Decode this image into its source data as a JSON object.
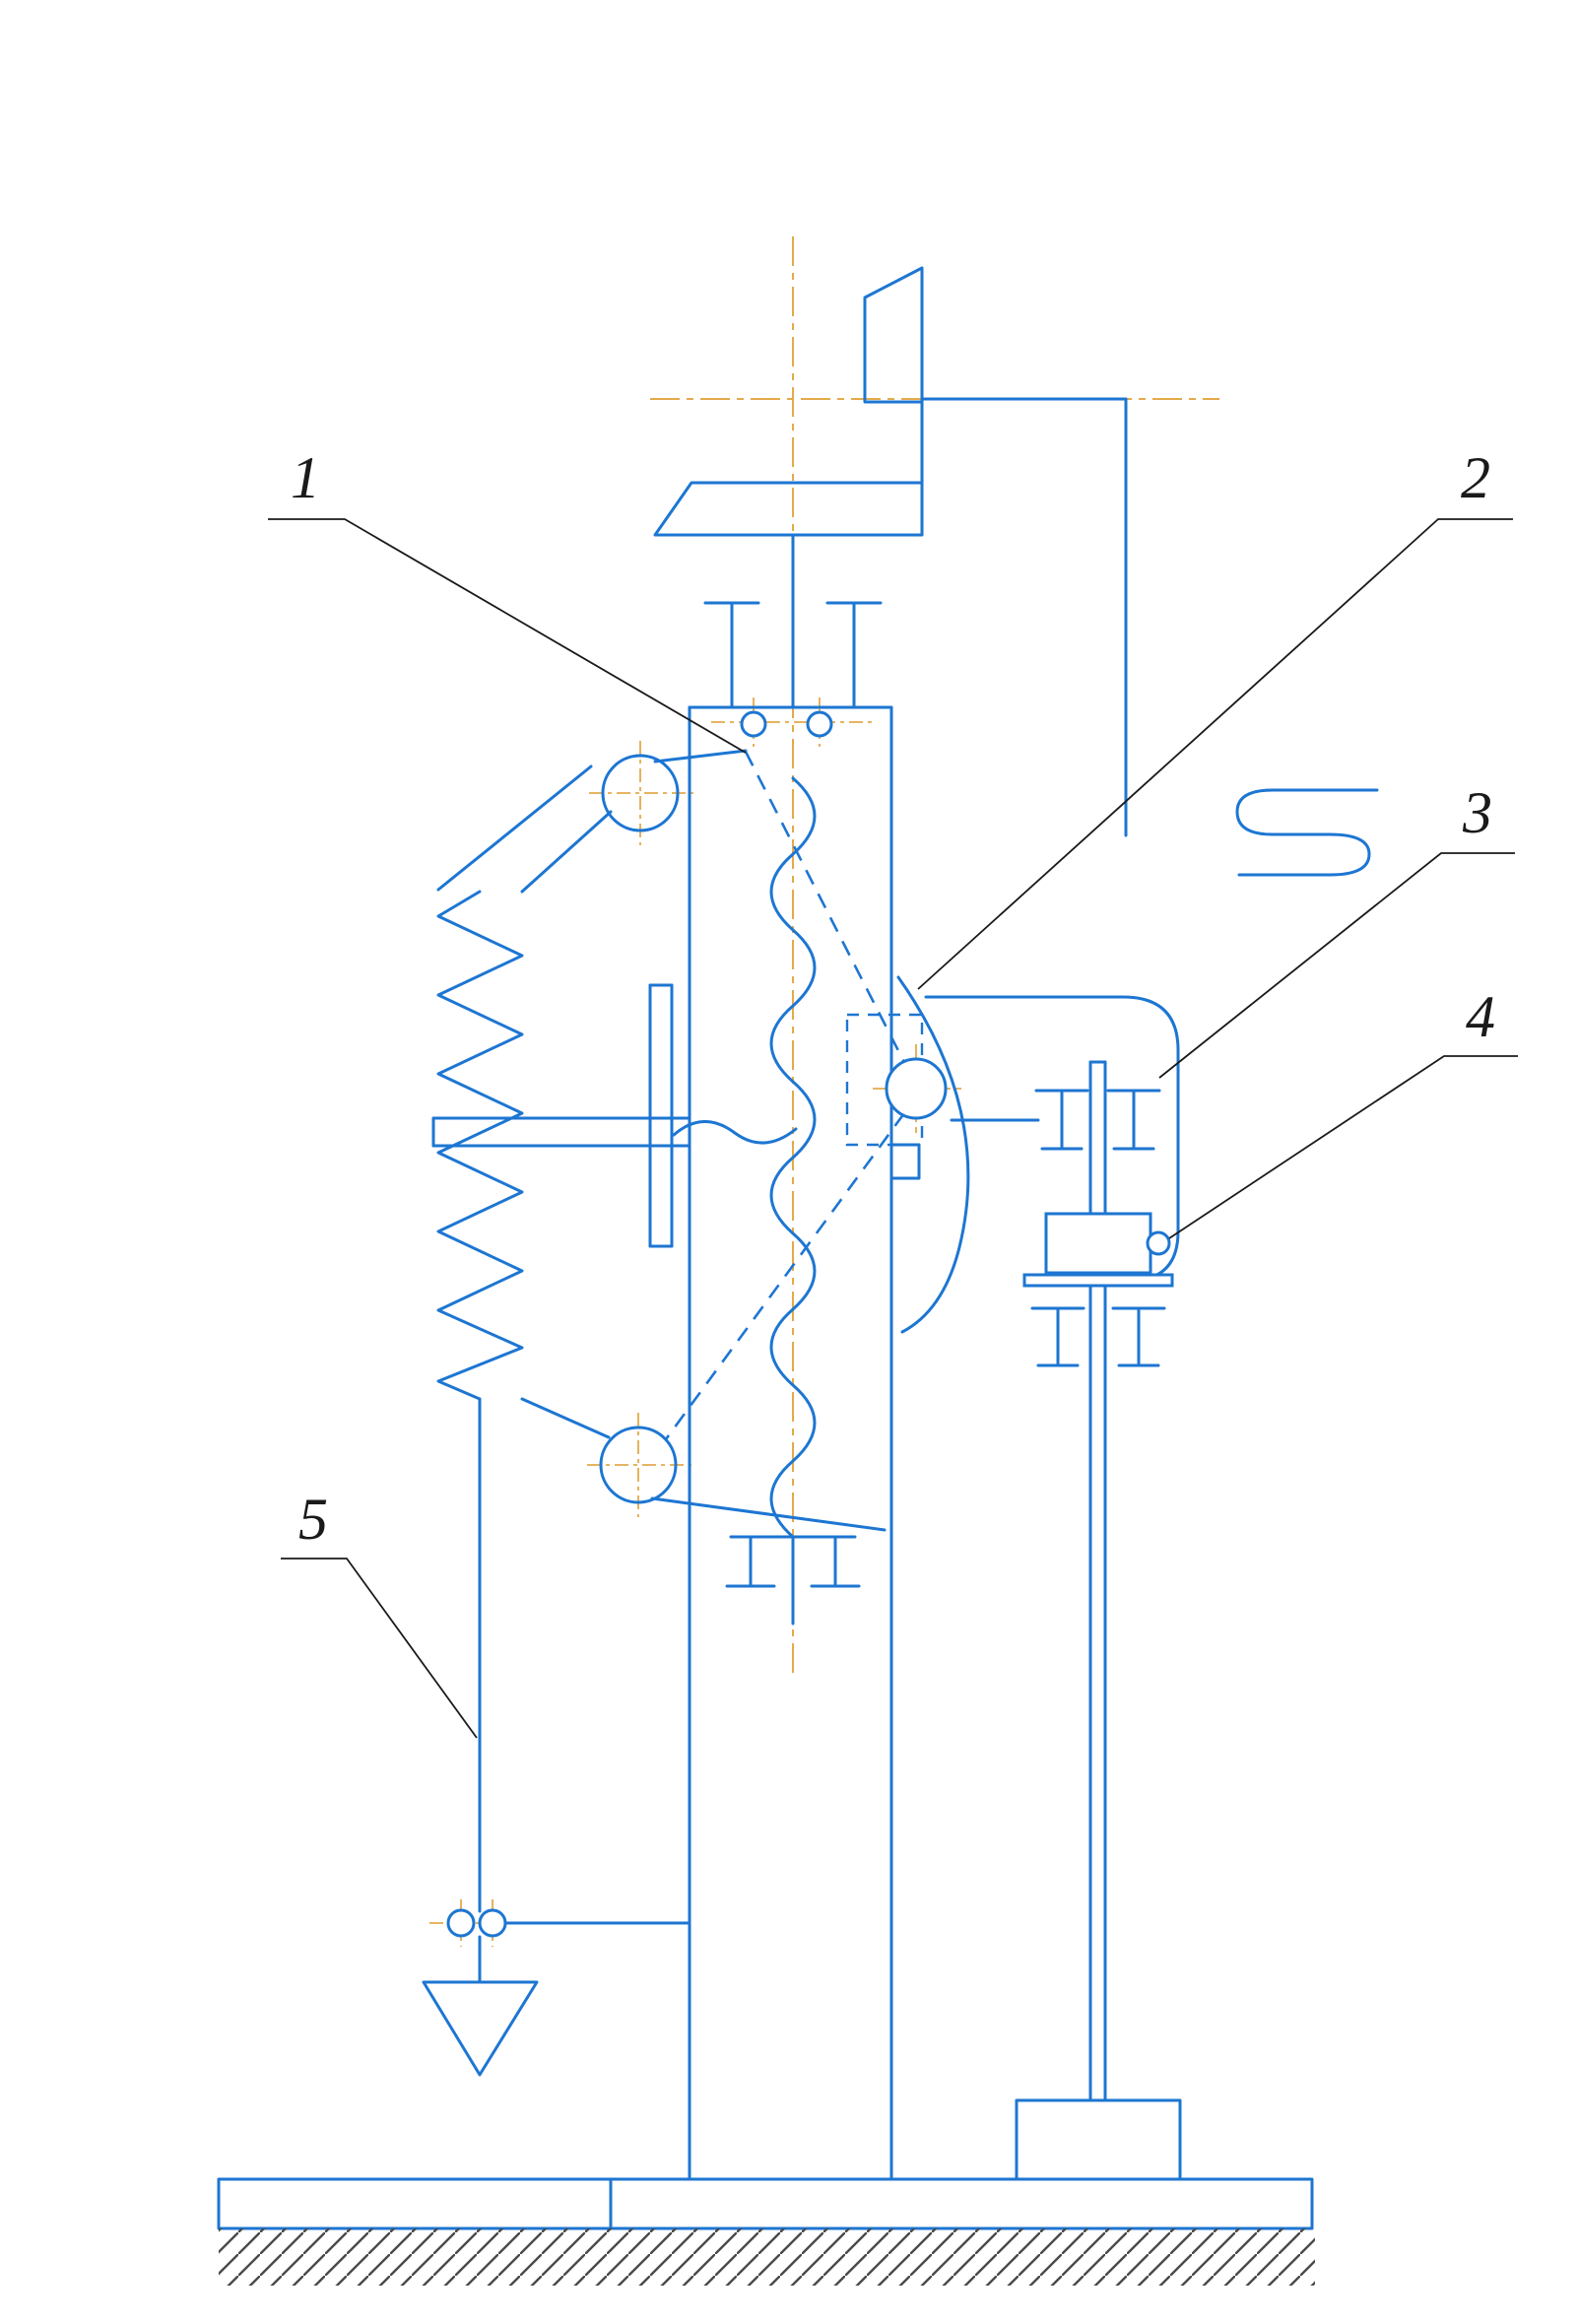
{
  "figure": {
    "type": "engineering-line-drawing"
  },
  "colors": {
    "line": "#1d76d2",
    "centerline": "#e4aa4c",
    "label": "#1a1a1a",
    "hatch": "#4a4a4a",
    "background": "#ffffff"
  },
  "labels": [
    {
      "text": "1"
    },
    {
      "text": "2"
    },
    {
      "text": "3"
    },
    {
      "text": "4"
    },
    {
      "text": "5"
    }
  ]
}
